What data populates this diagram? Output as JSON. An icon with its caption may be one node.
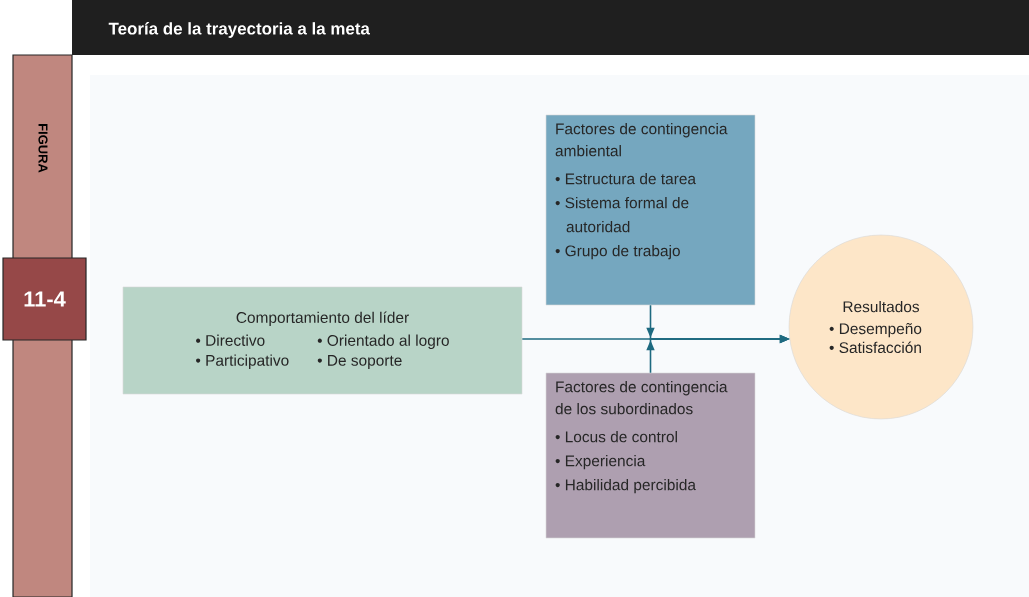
{
  "diagram": {
    "title": "Teoría de la trayectoria a la meta",
    "nodes": [
      {
        "text": [
          "Comportamiento del líder",
          "• Directivo",
          "• Orientado al logro",
          "• Participativo",
          "• De soporte"
        ]
      },
      {
        "text": [
          "Factores de contingencia ambiental",
          "• Estructura de tarea",
          "• Sistema formal de autoridad",
          "• Grupo de trabajo"
        ]
      },
      {
        "text": [
          "Factores de contingencia de los subordinados",
          "• Locus de control",
          "• Experiencia",
          "• Habilidad percibida"
        ]
      },
      {
        "text": [
          "Resultados",
          "• Desempeño",
          "• Satisfacción"
        ]
      }
    ],
    "edges": [
      {
        "from": 0,
        "to": 3,
        "arrow": "to"
      },
      {
        "from": 1,
        "to": 3,
        "arrow": "to"
      },
      {
        "from": 2,
        "to": 3,
        "arrow": "to"
      }
    ],
    "labels": [
      "FIGURA",
      "11-4"
    ]
  }
}
